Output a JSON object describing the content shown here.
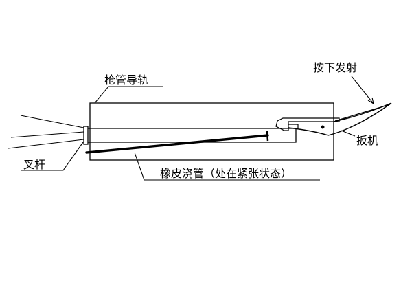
{
  "labels": {
    "barrel_rail": "枪管导轨",
    "press_to_fire": "按下发射",
    "trigger": "扳机",
    "fork": "叉杆",
    "rubber_tube": "橡皮浇管（处在紧张状态）"
  }
}
